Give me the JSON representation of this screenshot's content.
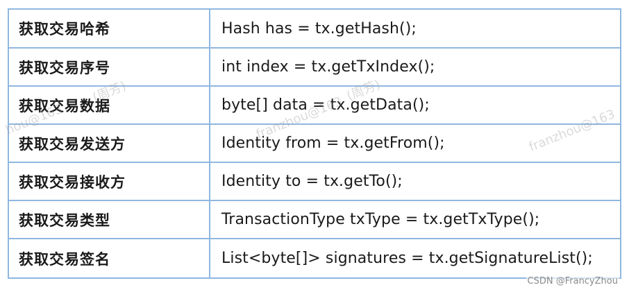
{
  "table": {
    "rows": [
      {
        "desc": "获取交易哈希",
        "code": "Hash has = tx.getHash();"
      },
      {
        "desc": "获取交易序号",
        "code": "int index = tx.getTxIndex();"
      },
      {
        "desc": "获取交易数据",
        "code": "byte[] data = tx.getData();"
      },
      {
        "desc": "获取交易发送方",
        "code": "Identity from = tx.getFrom();"
      },
      {
        "desc": "获取交易接收方",
        "code": "Identity to = tx.getTo();"
      },
      {
        "desc": "获取交易类型",
        "code": "TransactionType txType = tx.getTxType();"
      },
      {
        "desc": "获取交易签名",
        "code": "List<byte[]> signatures = tx.getSignatureList();"
      }
    ]
  },
  "credit": "CSDN @FrancyZhou",
  "watermarks": [
    "hou@163",
    "(周芳)",
    "franzhou@163",
    "(周芳)",
    "franzhou@163"
  ],
  "colors": {
    "border": "#8fb7e0",
    "text": "#1a1a1a"
  }
}
